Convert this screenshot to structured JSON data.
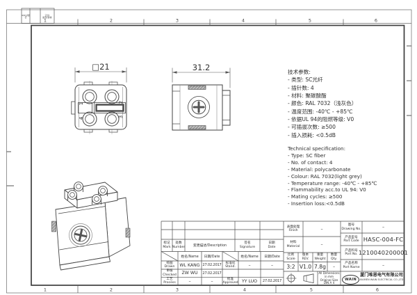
{
  "sheet": {
    "grid_labels_top": [
      "1",
      "2",
      "3",
      "4",
      "5",
      "6"
    ],
    "grid_labels_bottom": [
      "1",
      "2",
      "3",
      "4",
      "5",
      "6"
    ],
    "fold_box": {
      "c1": "日期/Date",
      "c3": "数量/变更\n标记"
    }
  },
  "views": {
    "front": {
      "dimension_label": "□21",
      "contacts": [
        "1",
        "2",
        "4",
        "3"
      ]
    },
    "side": {
      "dimension_label": "31.2"
    }
  },
  "specs_cn": {
    "title": "技术参数:",
    "items": [
      "- 类型: SC光纤",
      "- 插针数: 4",
      "- 材料: 聚碳酸酯",
      "- 颜色: RAL 7032（浅灰色）",
      "- 温度范围: -40℃ - +85℃",
      "- 依据UL 94的阻燃等级: V0",
      "- 可插拔次数: ≥500",
      "- 插入损耗: <0.5dB"
    ]
  },
  "specs_en": {
    "title": "Technical specification:",
    "items": [
      "- Type: SC fiber",
      "- No. of contact: 4",
      "- Material: polycarbonate",
      "- Colour: RAL 7032(light grey)",
      "- Temperature range: -40℃ - +85℃",
      "- Flammability acc.to UL 94: V0",
      "- Mating cycles: ≥500",
      "- Insertion loss:<0.5dB"
    ]
  },
  "title_block": {
    "revision": {
      "mark": "标记\nMark",
      "number": "处数\nNumber",
      "description": "变更描述/Description",
      "signature": "签名\nSignature",
      "date": "日期\nDate",
      "name_col": "姓名/Name",
      "date_col": "日期/Date",
      "drawn_label": "绘图\nDrawn",
      "drawn_name": "WL KANG",
      "drawn_date": "27.02.2017",
      "stand_label": "标准化\nStand.",
      "stand_name": "–",
      "stand_date": "–",
      "checked_label": "审核\nChecked",
      "checked_name": "ZW WU",
      "checked_date": "27.02.2017",
      "process_label": "工艺\nProcess",
      "process_name": "–",
      "process_date": "–",
      "approved_label": "批准\nApproved",
      "approved_name": "YY LUO",
      "approved_date": "27.02.2017"
    },
    "fields": {
      "finish_label": "表面处理\nFinish",
      "finish_value": "–",
      "material_label": "材料\nMaterial",
      "material_value": "–",
      "scale_label": "比例\nScale",
      "scale_value": "3:2",
      "rev_label": "版本\nREV.",
      "rev_value": "V1.0",
      "weight_label": "重量\nWeight",
      "weight_value": "7.8g",
      "qty_label": "数量\nQty.",
      "qty_value": "–",
      "drawing_no_label": "图号\nDrawing No.",
      "drawing_no_value": "–",
      "part_code_label": "产品型号\nPart Code",
      "part_code_value": "HASC-004-FC",
      "part_no_label": "产品料号\nPort No.",
      "part_no_value": "1210040200001",
      "part_name_label": "产品名称\nPort Name",
      "part_name_value": "–"
    },
    "note_line1": "All Dimensions in mm",
    "note_line2": "Original Size DIN A 4",
    "company": {
      "logo": "WAIN",
      "name_cn": "厦门唯恩电气有限公司",
      "name_en": "XIAMEN WAIN ELECTRICAL CO.,LTD"
    }
  }
}
